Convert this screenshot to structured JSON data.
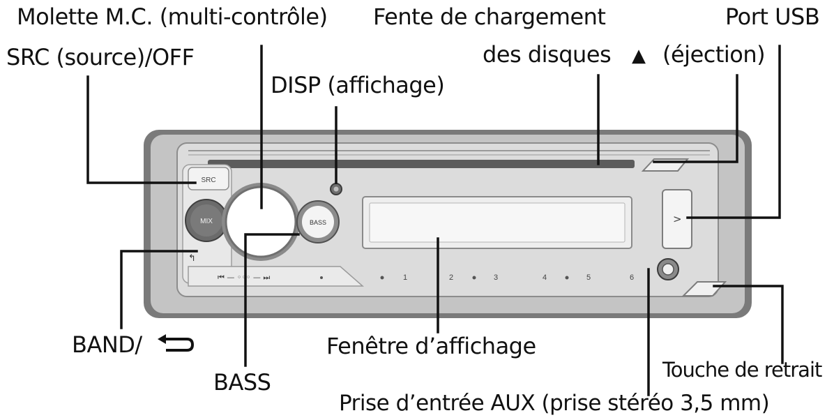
{
  "labels": {
    "molette": "Molette M.C. (multi-contrôle)",
    "src": "SRC (source)/OFF",
    "fente_line1": "Fente de chargement",
    "fente_line2": "des disques",
    "eject_symbol": "▲",
    "eject": "(éjection)",
    "usb": "Port USB",
    "disp": "DISP (affichage)",
    "band": "BAND/",
    "bass": "BASS",
    "fenetre": "Fenêtre d’affichage",
    "retrait": "Touche de retrait",
    "aux": "Prise d’entrée AUX (prise stéréo 3,5 mm)"
  },
  "panel": {
    "src_key": "SRC",
    "mix_key": "MIX",
    "bass_key": "BASS",
    "usb_key": ">",
    "band_key": "↰",
    "transport": "⏮ — ◦◦◦ — ⏭",
    "presets": [
      "1",
      "2",
      "3",
      "4",
      "5",
      "6"
    ]
  },
  "colors": {
    "faceplate": "#d9d9d9",
    "bezel": "#6e6e6e",
    "leader_line": "#111111"
  },
  "icons": [
    "eject-icon",
    "back-arrow-icon"
  ]
}
